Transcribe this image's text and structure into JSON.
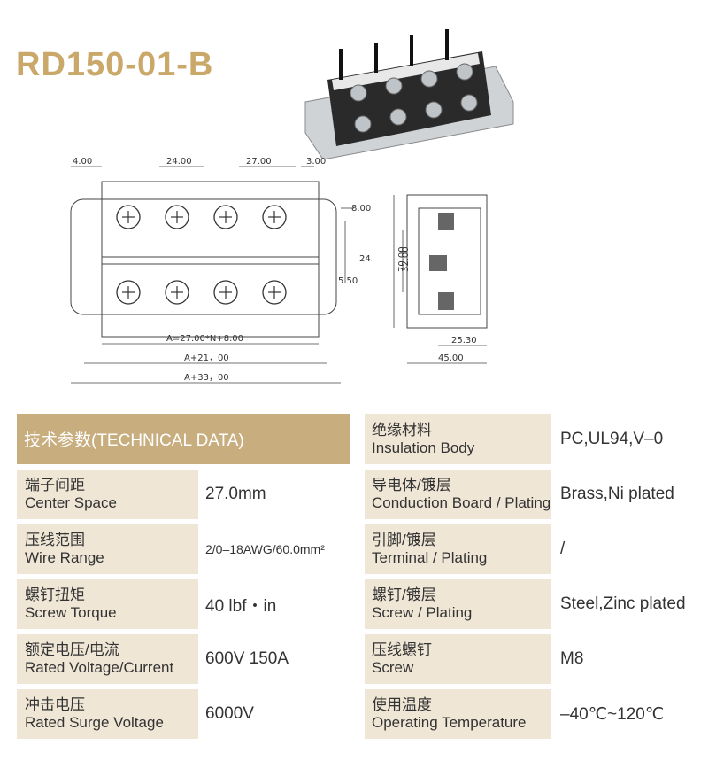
{
  "product": {
    "model": "RD150-01-B"
  },
  "drawing": {
    "front_dims": [
      "4.00",
      "24.00",
      "27.00",
      "3.00",
      "8.00",
      "24.00",
      "5.50",
      "A=27.00*N+8.00",
      "A+21，00",
      "A+33，00"
    ],
    "side_dims": [
      "70.00",
      "32.00",
      "25.30",
      "45.00"
    ]
  },
  "tech": {
    "header": "技术参数(TECHNICAL DATA)",
    "left_rows": [
      {
        "zh": "端子间距",
        "en": "Center Space",
        "value": "27.0mm"
      },
      {
        "zh": "压线范围",
        "en": "Wire Range",
        "value": "2/0–18AWG/60.0mm²"
      },
      {
        "zh": "螺钉扭矩",
        "en": "Screw Torque",
        "value": "40 lbf・in"
      },
      {
        "zh": "额定电压/电流",
        "en": "Rated Voltage/Current",
        "value": "600V 150A"
      },
      {
        "zh": "冲击电压",
        "en": "Rated Surge Voltage",
        "value": "6000V"
      }
    ],
    "right_rows": [
      {
        "zh": "绝缘材料",
        "en": "Insulation Body",
        "value": "PC,UL94,V–0"
      },
      {
        "zh": "导电体/镀层",
        "en": "Conduction Board / Plating",
        "value": "Brass,Ni plated"
      },
      {
        "zh": "引脚/镀层",
        "en": "Terminal / Plating",
        "value": "/"
      },
      {
        "zh": "螺钉/镀层",
        "en": "Screw / Plating",
        "value": "Steel,Zinc plated"
      },
      {
        "zh": "压线螺钉",
        "en": "Screw",
        "value": "M8"
      },
      {
        "zh": "使用温度",
        "en": "Operating Temperature",
        "value": "–40℃~120℃"
      }
    ]
  },
  "colors": {
    "accent": "#c9a86a",
    "header_bg": "#c8ad7f",
    "label_bg": "#efe6d6"
  }
}
